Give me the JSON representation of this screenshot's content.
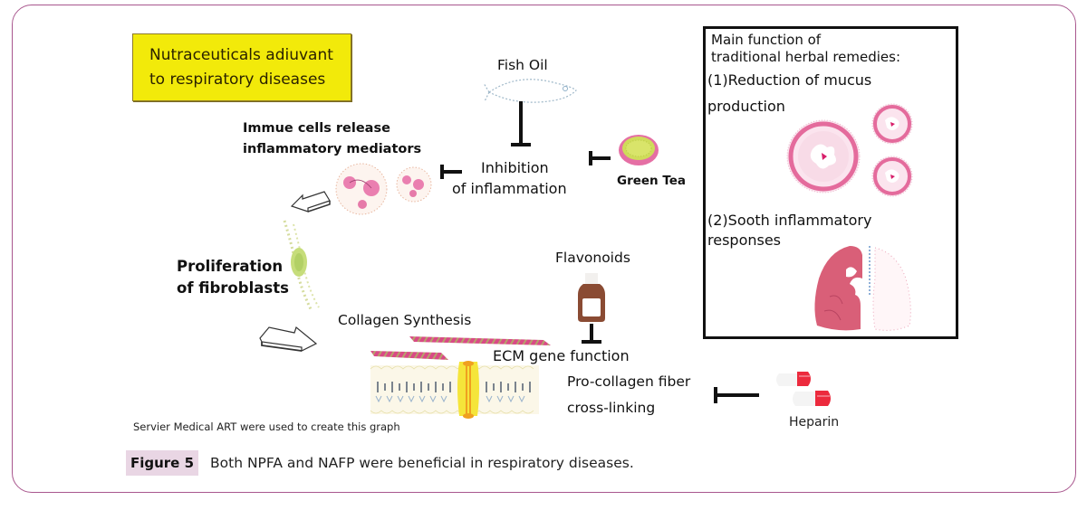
{
  "figure": {
    "title_box": {
      "line1": "Nutraceuticals adiuvant",
      "line2": "to respiratory diseases",
      "background_color": "#f2ea0a"
    },
    "nodes": {
      "fish_oil": "Fish Oil",
      "green_tea": "Green Tea",
      "inhibition_line1": "Inhibition",
      "inhibition_line2": "of inflammation",
      "immune_line1": "Immue cells release",
      "immune_line2": "inflammatory mediators",
      "proliferation_line1": "Proliferation",
      "proliferation_line2": "of fibroblasts",
      "collagen_synthesis": "Collagen Synthesis",
      "flavonoids": "Flavonoids",
      "ecm_gene": "ECM gene function",
      "procollagen_line1": "Pro-collagen fiber",
      "procollagen_line2": "cross-linking",
      "heparin": "Heparin"
    },
    "herbal_box": {
      "heading_line1": "Main function of",
      "heading_line2": "traditional herbal remedies:",
      "item1_line1": "(1)Reduction of mucus",
      "item1_line2": "production",
      "item2_line1": "(2)Sooth inflammatory",
      "item2_line2": "responses"
    },
    "icons": [
      "fish-icon",
      "green-tea-bowl-icon",
      "immune-cell-icon",
      "fibroblast-icon",
      "collagen-fiber-icon",
      "cell-membrane-icon",
      "flavonoid-bottle-icon",
      "heparin-capsule-icon",
      "airway-cross-section-icon",
      "lungs-icon",
      "block-arrow-icon",
      "inhibition-bar-icon"
    ],
    "credit": "Servier Medical ART were used to create this graph",
    "frame_color": "#a9578e",
    "accent_pink": "#e0588f"
  },
  "caption": {
    "label": "Figure 5",
    "text": "Both NPFA and NAFP were beneficial in respiratory diseases.",
    "label_background": "#e9d6e4"
  }
}
